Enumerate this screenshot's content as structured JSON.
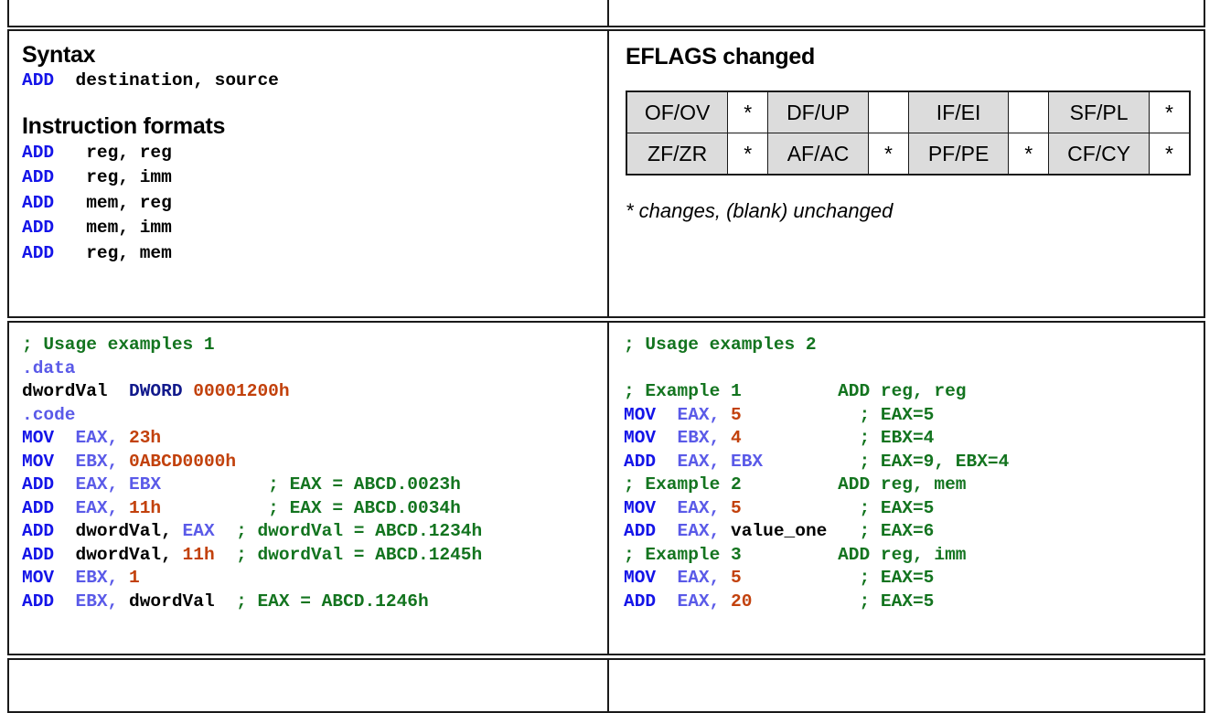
{
  "page": {
    "title": "ADD instruction reference card",
    "colors": {
      "mnemonic": "#1414e8",
      "register": "#5a5ae8",
      "type_keyword": "#121a8c",
      "literal": "#c2410c",
      "comment": "#13741f",
      "table_label_bg": "#dcdcdc",
      "border": "#1a1a1a"
    }
  },
  "syntax": {
    "heading": "Syntax",
    "line": {
      "op": "ADD",
      "operands": "destination, source"
    }
  },
  "formats": {
    "heading": "Instruction formats",
    "items": [
      {
        "op": "ADD",
        "operands": "reg, reg"
      },
      {
        "op": "ADD",
        "operands": "reg, imm"
      },
      {
        "op": "ADD",
        "operands": "mem, reg"
      },
      {
        "op": "ADD",
        "operands": "mem, imm"
      },
      {
        "op": "ADD",
        "operands": "reg, mem"
      }
    ]
  },
  "eflags": {
    "heading": "EFLAGS changed",
    "note": "* changes, (blank) unchanged",
    "rows": [
      [
        {
          "label": "OF/OV",
          "value": "*"
        },
        {
          "label": "DF/UP",
          "value": ""
        },
        {
          "label": "IF/EI",
          "value": ""
        },
        {
          "label": "SF/PL",
          "value": "*"
        }
      ],
      [
        {
          "label": "ZF/ZR",
          "value": "*"
        },
        {
          "label": "AF/AC",
          "value": "*"
        },
        {
          "label": "PF/PE",
          "value": "*"
        },
        {
          "label": "CF/CY",
          "value": "*"
        }
      ]
    ]
  },
  "examples_left": {
    "title": "; Usage examples 1",
    "lines": {
      "l1": "; Usage examples 1",
      "l2": ".data",
      "l3_name": "dwordVal",
      "l3_type": "DWORD",
      "l3_value": "00001200h",
      "l4": ".code",
      "l5_op": "MOV",
      "l5_dst": "EAX,",
      "l5_src": "23h",
      "l6_op": "MOV",
      "l6_dst": "EBX,",
      "l6_src": "0ABCD0000h",
      "l7_op": "ADD",
      "l7_dst": "EAX,",
      "l7_src": "EBX",
      "l7_cmt": "; EAX = ABCD.0023h",
      "l8_op": "ADD",
      "l8_dst": "EAX,",
      "l8_src": "11h",
      "l8_cmt": "; EAX = ABCD.0034h",
      "l9_op": "ADD",
      "l9_dst": "dwordVal,",
      "l9_src": "EAX",
      "l9_cmt": "; dwordVal = ABCD.1234h",
      "l10_op": "ADD",
      "l10_dst": "dwordVal,",
      "l10_src": "11h",
      "l10_cmt": "; dwordVal = ABCD.1245h",
      "l11_op": "MOV",
      "l11_dst": "EBX,",
      "l11_src": "1",
      "l12_op": "ADD",
      "l12_dst": "EBX,",
      "l12_src": "dwordVal",
      "l12_cmt": "; EAX = ABCD.1246h"
    }
  },
  "examples_right": {
    "title": "; Usage examples 2",
    "lines": {
      "r1": "; Usage examples 2",
      "r2_cmt": "; Example 1",
      "r2_form": "ADD reg, reg",
      "r3_op": "MOV",
      "r3_dst": "EAX,",
      "r3_src": "5",
      "r3_cmt": "; EAX=5",
      "r4_op": "MOV",
      "r4_dst": "EBX,",
      "r4_src": "4",
      "r4_cmt": "; EBX=4",
      "r5_op": "ADD",
      "r5_dst": "EAX,",
      "r5_src": "EBX",
      "r5_cmt": "; EAX=9, EBX=4",
      "r6_cmt": "; Example 2",
      "r6_form": "ADD reg, mem",
      "r7_op": "MOV",
      "r7_dst": "EAX,",
      "r7_src": "5",
      "r7_cmt": "; EAX=5",
      "r8_op": "ADD",
      "r8_dst": "EAX,",
      "r8_src": "value_one",
      "r8_cmt": "; EAX=6",
      "r9_cmt": "; Example 3",
      "r9_form": "ADD reg, imm",
      "r10_op": "MOV",
      "r10_dst": "EAX,",
      "r10_src": "5",
      "r10_cmt": "; EAX=5",
      "r11_op": "ADD",
      "r11_dst": "EAX,",
      "r11_src": "20",
      "r11_cmt": "; EAX=5"
    }
  }
}
